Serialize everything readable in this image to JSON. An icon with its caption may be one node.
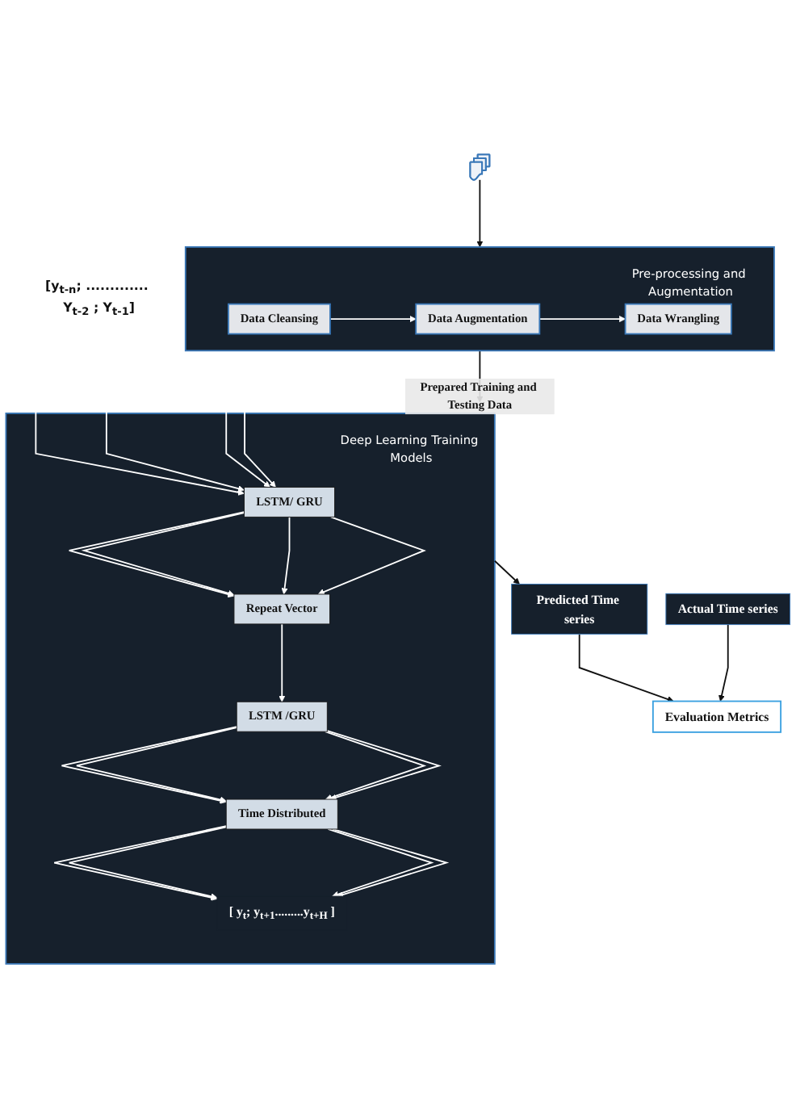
{
  "diagram": {
    "nodes": [
      {
        "text": [],
        "shape": "picture"
      },
      {
        "text": [
          "Pre-processing and Augmentation"
        ]
      },
      {
        "text": [
          "Data Cleansing"
        ],
        "in": 1
      },
      {
        "text": [
          "Data Augmentation"
        ],
        "in": 1
      },
      {
        "text": [
          "Data Wrangling"
        ],
        "in": 1
      },
      {
        "text": [
          "Deep Learning Training Models"
        ]
      },
      {
        "text": [
          "[y$_{t-n}$; ............. Y$_{t-2}$ ; Y$_{t-1}$]"
        ]
      },
      {
        "text": [
          "LSTM/ GRU"
        ],
        "in": 5
      },
      {
        "text": [
          "Repeat Vector"
        ],
        "in": 5
      },
      {
        "text": [
          "LSTM /GRU"
        ],
        "in": 5
      },
      {
        "text": [
          "Time Distributed"
        ],
        "in": 5
      },
      {
        "text": [
          "[ y$_{t}$; y$_{t+1}$.........y$_{t+H}$ ]"
        ],
        "in": 5
      },
      {
        "text": [
          "Predicted Time series"
        ]
      },
      {
        "text": [
          "Actual Time series"
        ]
      },
      {
        "text": [
          "Evaluation Metrics"
        ]
      }
    ],
    "edges": [
      {
        "from": 0,
        "to": 1,
        "arrow": "to",
        "color": "#111111"
      },
      {
        "from": 2,
        "to": 3,
        "arrow": "to"
      },
      {
        "from": 3,
        "to": 4,
        "arrow": "to"
      },
      {
        "from": 1,
        "to": 5,
        "arrow": "to",
        "label": "Prepared Training and Testing Data",
        "color": "#111111"
      },
      {
        "from": 6,
        "to": 7,
        "arrow": "to"
      },
      {
        "from": 6,
        "to": 7,
        "arrow": "to"
      },
      {
        "from": 6,
        "to": 7,
        "arrow": "to"
      },
      {
        "from": 6,
        "to": 7,
        "arrow": "to"
      },
      {
        "from": 7,
        "to": 8,
        "arrow": "to"
      },
      {
        "from": 7,
        "to": 8,
        "arrow": "to"
      },
      {
        "from": 7,
        "to": 8,
        "arrow": "to"
      },
      {
        "from": 7,
        "to": 8,
        "arrow": "to"
      },
      {
        "from": 8,
        "to": 9,
        "arrow": "to"
      },
      {
        "from": 9,
        "to": 10,
        "arrow": "to"
      },
      {
        "from": 9,
        "to": 10,
        "arrow": "to"
      },
      {
        "from": 9,
        "to": 10,
        "arrow": "to"
      },
      {
        "from": 9,
        "to": 10,
        "arrow": "to"
      },
      {
        "from": 10,
        "to": 11,
        "arrow": "to"
      },
      {
        "from": 10,
        "to": 11,
        "arrow": "to"
      },
      {
        "from": 10,
        "to": 11,
        "arrow": "to"
      },
      {
        "from": 10,
        "to": 11,
        "arrow": "to"
      },
      {
        "from": 5,
        "to": 12,
        "arrow": "to",
        "color": "#111111"
      },
      {
        "from": 12,
        "to": 14,
        "arrow": "to",
        "color": "#111111"
      },
      {
        "from": 13,
        "to": 14,
        "arrow": "to",
        "color": "#111111"
      }
    ]
  }
}
